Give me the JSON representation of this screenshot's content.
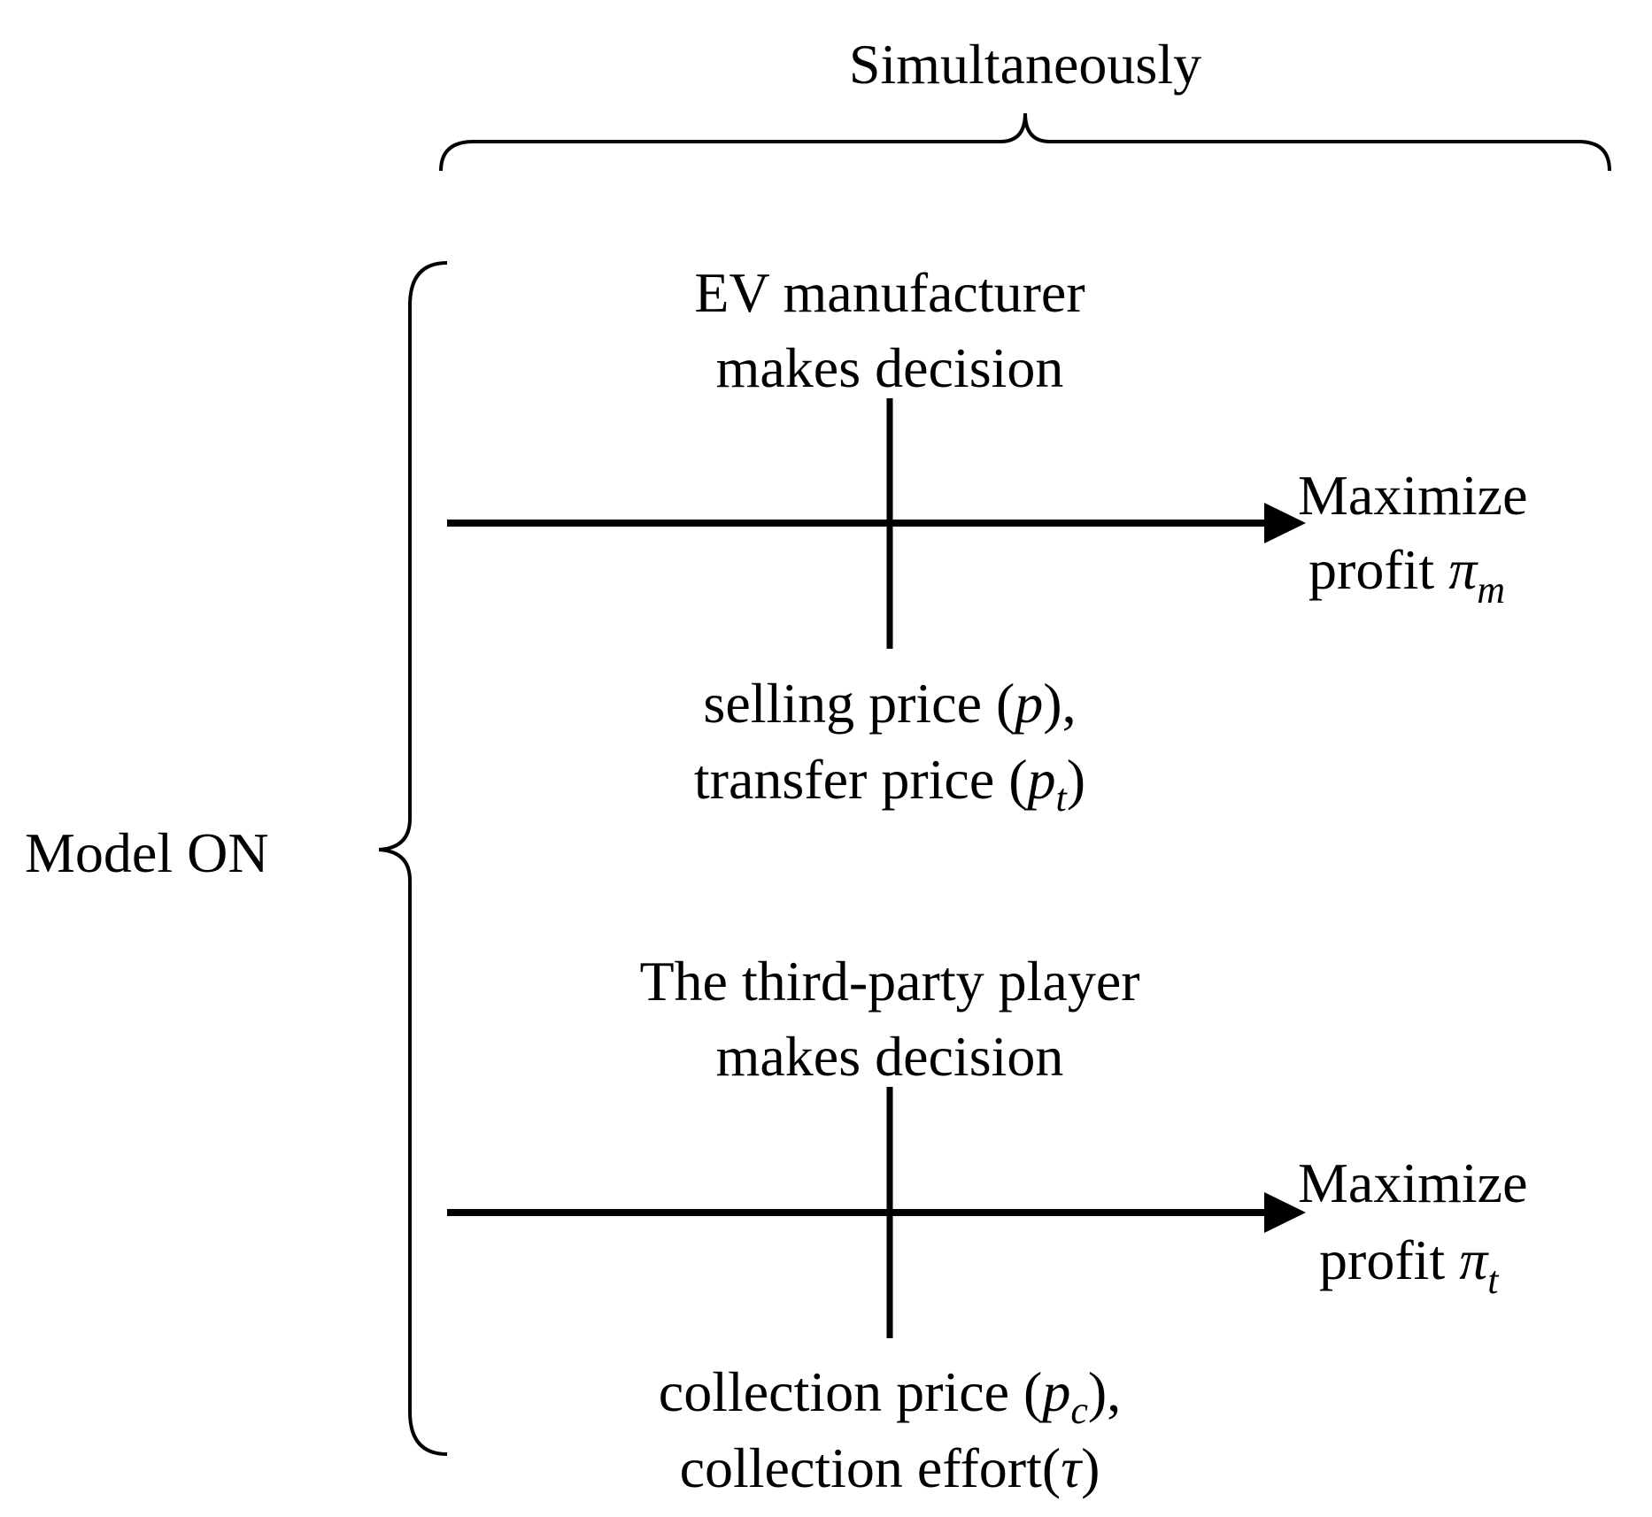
{
  "top_label": "Simultaneously",
  "side_label": "Model ON",
  "manufacturer": {
    "title_line1": "EV manufacturer",
    "title_line2": "makes decision",
    "outcome_line1": "Maximize",
    "outcome_line2": "profit ",
    "outcome_symbol": "π",
    "outcome_subscript": "m",
    "decision_line1_text": "selling price (",
    "decision_line1_var": "p",
    "decision_line1_end": "),",
    "decision_line2_text": "transfer price (",
    "decision_line2_var": "p",
    "decision_line2_sub": "t",
    "decision_line2_end": ")"
  },
  "third_party": {
    "title_line1": "The third-party player",
    "title_line2": "makes decision",
    "outcome_line1": "Maximize",
    "outcome_line2": "profit ",
    "outcome_symbol": "π",
    "outcome_subscript": "t",
    "decision_line1_text": "collection price (",
    "decision_line1_var": "p",
    "decision_line1_sub": "c",
    "decision_line1_end": "),",
    "decision_line2_text": "collection effort(",
    "decision_line2_var": "τ",
    "decision_line2_end": ")"
  },
  "colors": {
    "ink": "#000000",
    "background": "#ffffff"
  }
}
